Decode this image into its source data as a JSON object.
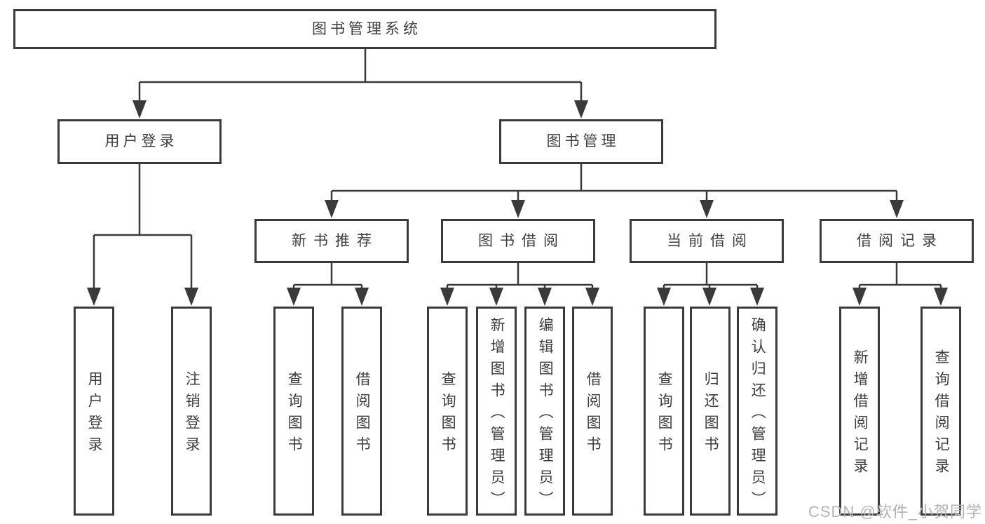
{
  "diagram_type": "hierarchy",
  "tree": {
    "label": "图书管理系统",
    "children": [
      {
        "label": "用户登录",
        "children": [
          {
            "label": "用户登录"
          },
          {
            "label": "注销登录"
          }
        ]
      },
      {
        "label": "图书管理",
        "children": [
          {
            "label": "新书推荐",
            "children": [
              {
                "label": "查询图书"
              },
              {
                "label": "借阅图书"
              }
            ]
          },
          {
            "label": "图书借阅",
            "children": [
              {
                "label": "查询图书"
              },
              {
                "label": "新增图书（管理员）"
              },
              {
                "label": "编辑图书（管理员）"
              },
              {
                "label": "借阅图书"
              }
            ]
          },
          {
            "label": "当前借阅",
            "children": [
              {
                "label": "查询图书"
              },
              {
                "label": "归还图书"
              },
              {
                "label": "确认归还（管理员）"
              }
            ]
          },
          {
            "label": "借阅记录",
            "children": [
              {
                "label": "新增借阅记录"
              },
              {
                "label": "查询借阅记录"
              }
            ]
          }
        ]
      }
    ]
  },
  "watermark": {
    "text": "CSDN @软件_小贺同学"
  },
  "colors": {
    "line": "#3a3a3a",
    "node_border": "#3a3a3a",
    "node_fill": "#ffffff",
    "text": "#3d3d3d",
    "watermark": "#b3b3b3",
    "background": "#ffffff"
  }
}
